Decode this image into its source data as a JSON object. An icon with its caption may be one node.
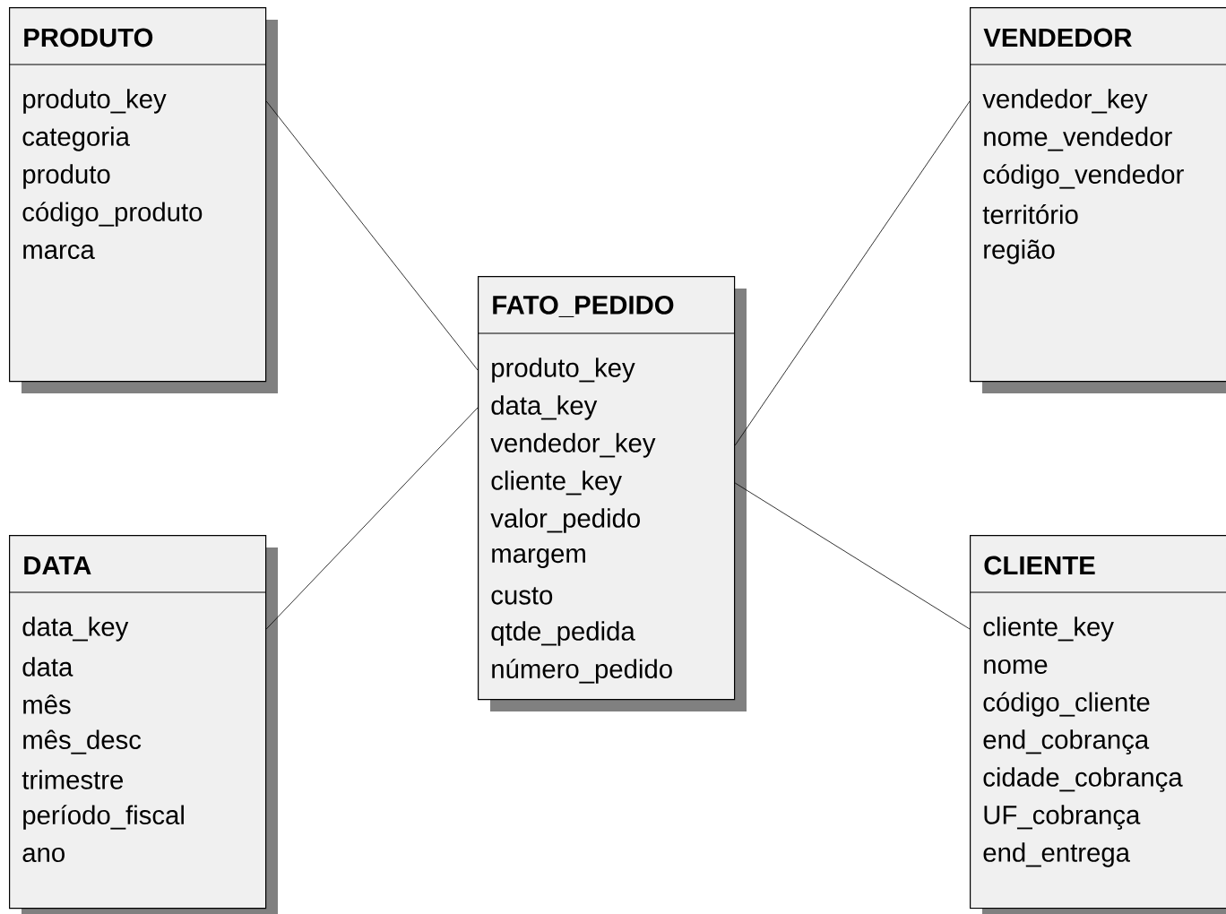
{
  "diagram": {
    "nodes": [
      {
        "text": [
          "PRODUTO",
          "produto_key",
          "categoria",
          "produto",
          "código_produto",
          "marca"
        ]
      },
      {
        "text": [
          "VENDEDOR",
          "vendedor_key",
          "nome_vendedor",
          "código_vendedor",
          "território",
          "região"
        ]
      },
      {
        "text": [
          "FATO_PEDIDO",
          "produto_key",
          "data_key",
          "vendedor_key",
          "cliente_key",
          "valor_pedido",
          "margem",
          "custo",
          "qtde_pedida",
          "número_pedido"
        ]
      },
      {
        "text": [
          "DATA",
          "data_key",
          "data",
          "mês",
          "mês_desc",
          "trimestre",
          "período_fiscal",
          "ano"
        ]
      },
      {
        "text": [
          "CLIENTE",
          "cliente_key",
          "nome",
          "código_cliente",
          "end_cobrança",
          "cidade_cobrança",
          "UF_cobrança",
          "end_entrega"
        ]
      }
    ],
    "edges": [
      {
        "from": 0,
        "to": 2,
        "arrow": "none"
      },
      {
        "from": 3,
        "to": 2,
        "arrow": "none"
      },
      {
        "from": 2,
        "to": 1,
        "arrow": "none"
      },
      {
        "from": 2,
        "to": 4,
        "arrow": "none"
      }
    ]
  }
}
